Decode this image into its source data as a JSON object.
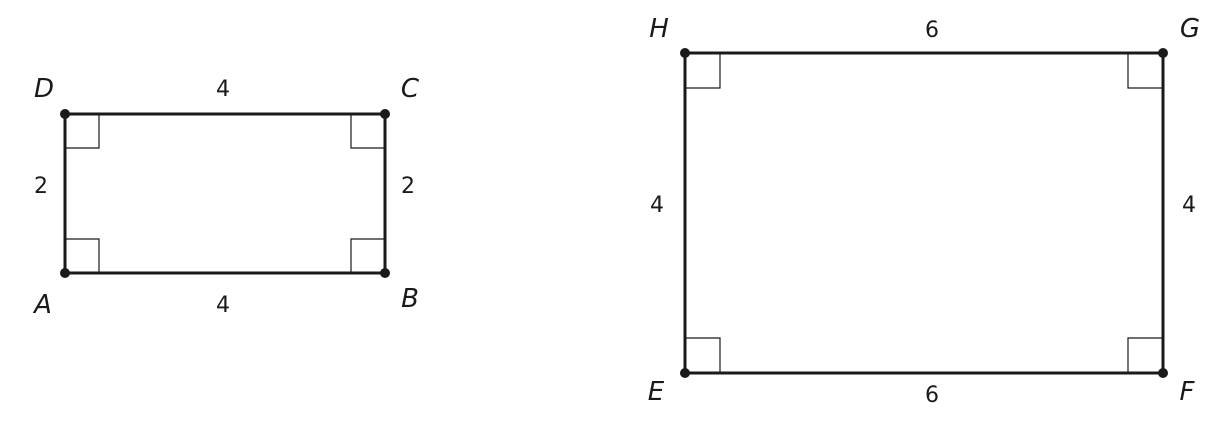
{
  "rect_abcd": {
    "vertices": {
      "A": "A",
      "B": "B",
      "C": "C",
      "D": "D"
    },
    "sides": {
      "top": "4",
      "bottom": "4",
      "left": "2",
      "right": "2"
    }
  },
  "rect_efgh": {
    "vertices": {
      "E": "E",
      "F": "F",
      "G": "G",
      "H": "H"
    },
    "sides": {
      "top": "6",
      "bottom": "6",
      "left": "4",
      "right": "4"
    }
  }
}
